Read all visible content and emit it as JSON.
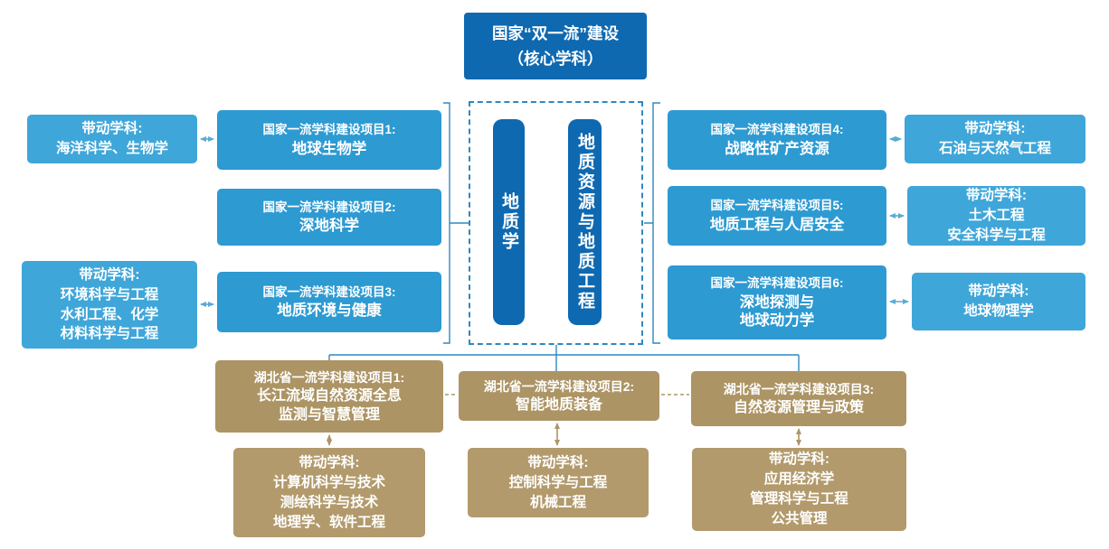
{
  "title": {
    "text": "国家“双一流”建设\n（核心学科）"
  },
  "core": {
    "pill_left": "地质学",
    "pill_right": "地质资源与地质工程"
  },
  "national": {
    "projects": [
      {
        "label": "国家一流学科建设项目1:",
        "body": "地球生物学"
      },
      {
        "label": "国家一流学科建设项目2:",
        "body": "深地科学"
      },
      {
        "label": "国家一流学科建设项目3:",
        "body": "地质环境与健康"
      },
      {
        "label": "国家一流学科建设项目4:",
        "body": "战略性矿产资源"
      },
      {
        "label": "国家一流学科建设项目5:",
        "body": "地质工程与人居安全"
      },
      {
        "label": "国家一流学科建设项目6:",
        "body": "深地探测与\n地球动力学"
      }
    ],
    "driven": [
      {
        "label": "带动学科:",
        "body": "海洋科学、生物学"
      },
      {
        "label": "带动学科:",
        "body": "环境科学与工程\n水利工程、化学\n材料科学与工程"
      },
      {
        "label": "带动学科:",
        "body": "石油与天然气工程"
      },
      {
        "label": "带动学科:",
        "body": "土木工程\n安全科学与工程"
      },
      {
        "label": "带动学科:",
        "body": "地球物理学"
      }
    ]
  },
  "provincial": {
    "projects": [
      {
        "label": "湖北省一流学科建设项目1:",
        "body": "长江流域自然资源全息\n监测与智慧管理"
      },
      {
        "label": "湖北省一流学科建设项目2:",
        "body": "智能地质装备"
      },
      {
        "label": "湖北省一流学科建设项目3:",
        "body": "自然资源管理与政策"
      }
    ],
    "driven": [
      {
        "label": "带动学科:",
        "body": "计算机科学与技术\n测绘科学与技术\n地理学、软件工程"
      },
      {
        "label": "带动学科:",
        "body": "控制科学与工程\n机械工程"
      },
      {
        "label": "带动学科:",
        "body": "应用经济学\n管理科学与工程\n公共管理"
      }
    ]
  },
  "colors": {
    "dark_blue": "#0e69b1",
    "project_blue": "#2d9ad2",
    "driven_blue": "#3fa6d9",
    "prov_tan": "#ac9464",
    "sub_tan": "#b29a6c",
    "line_blue": "#2f88c0",
    "arrow_blue": "#58abd6",
    "arrow_tan": "#ae9566"
  }
}
